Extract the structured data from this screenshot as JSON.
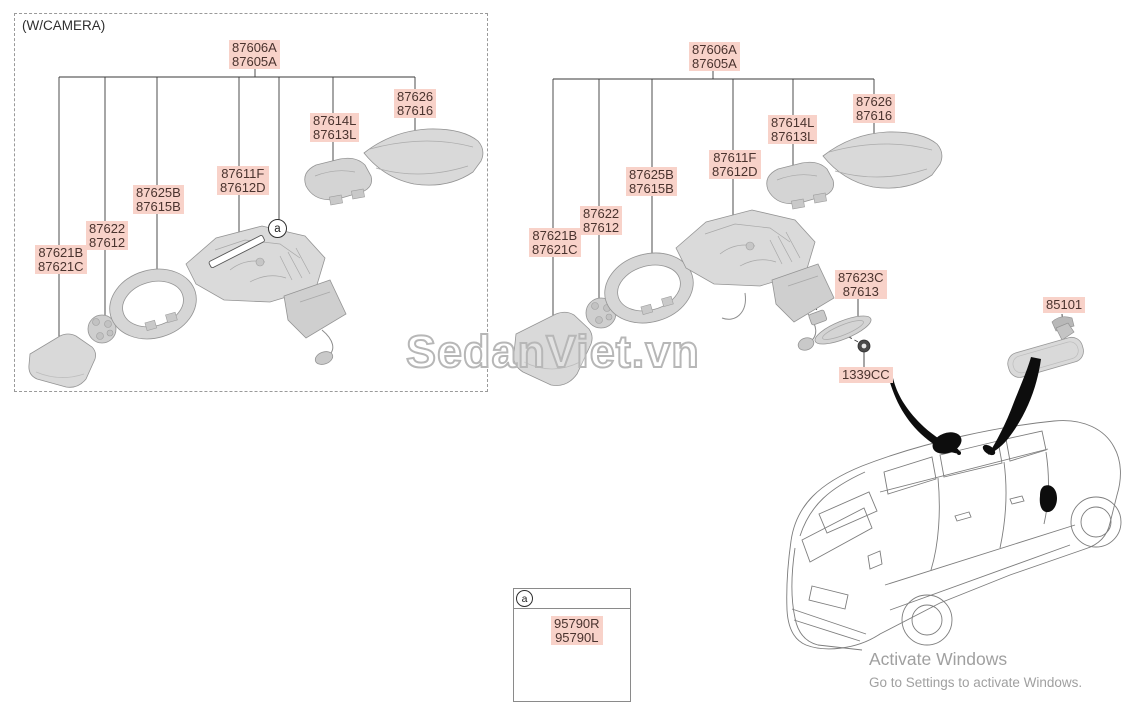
{
  "left_panel": {
    "title": "(W/CAMERA)",
    "callout": "a",
    "labels": {
      "mirror_assy": {
        "line1": "87606A",
        "line2": "87605A"
      },
      "rear_cover": {
        "line1": "87626",
        "line2": "87616"
      },
      "holder_cover": {
        "line1": "87614L",
        "line2": "87613L"
      },
      "housing": {
        "line1": "87611F",
        "line2": "87612D"
      },
      "holder": {
        "line1": "87625B",
        "line2": "87615B"
      },
      "actuator": {
        "line1": "87622",
        "line2": "87612"
      },
      "glass": {
        "line1": "87621B",
        "line2": "87621C"
      }
    }
  },
  "right_panel": {
    "labels": {
      "mirror_assy": {
        "line1": "87606A",
        "line2": "87605A"
      },
      "rear_cover": {
        "line1": "87626",
        "line2": "87616"
      },
      "holder_cover": {
        "line1": "87614L",
        "line2": "87613L"
      },
      "housing": {
        "line1": "87611F",
        "line2": "87612D"
      },
      "holder": {
        "line1": "87625B",
        "line2": "87615B"
      },
      "actuator": {
        "line1": "87622",
        "line2": "87612"
      },
      "glass": {
        "line1": "87621B",
        "line2": "87621C"
      },
      "repeater_lamp": {
        "line1": "87623C",
        "line2": "87613"
      },
      "nut": {
        "line1": "1339CC"
      },
      "inside_mirror": {
        "line1": "85101"
      }
    }
  },
  "detail_box": {
    "callout": "a",
    "label": {
      "line1": "95790R",
      "line2": "95790L"
    }
  },
  "watermark": "SedanViet.vn",
  "activation": {
    "line1": "Activate Windows",
    "line2": "Go to Settings to activate Windows."
  },
  "colors": {
    "label_background": "#f8d2c9",
    "label_text": "#4a332e",
    "leader_line": "#3a3a3a",
    "part_fill": "#d9d9d9",
    "part_stroke": "#949494",
    "watermark_outline": "#b7b7b7",
    "activation_text": "#a0a0a0",
    "car_outline": "#7d7d7d"
  }
}
